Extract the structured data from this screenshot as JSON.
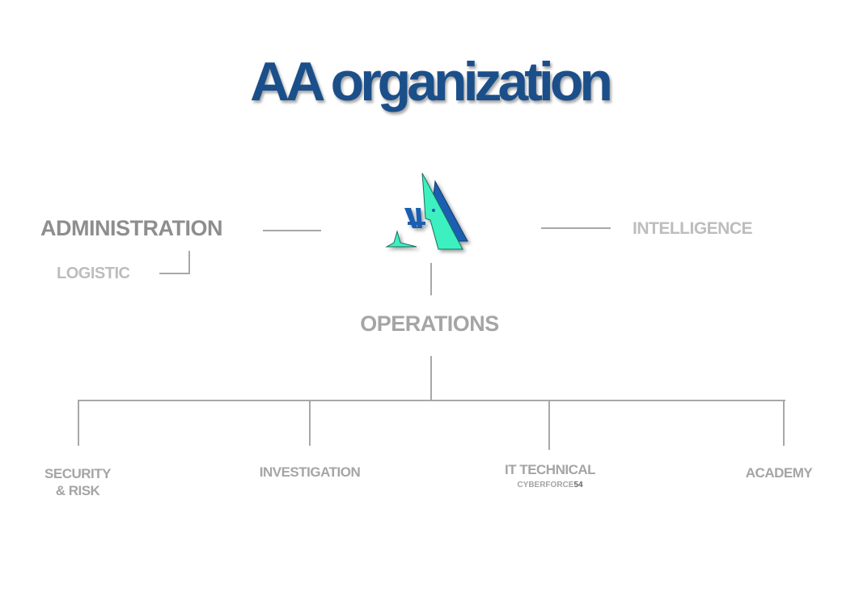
{
  "title": "AA organization",
  "logo": {
    "letters": "AA H",
    "colors": {
      "teal": "#3ef0c0",
      "blue": "#1a5fb0"
    }
  },
  "nodes": {
    "administration": "ADMINISTRATION",
    "logistic": "LOGISTIC",
    "intelligence": "INTELLIGENCE",
    "operations": "OPERATIONS",
    "security_line1": "SECURITY",
    "security_line2": "& RISK",
    "investigation": "INVESTIGATION",
    "it_technical": "IT TECHNICAL",
    "cyberforce_prefix": "CYBERFORCE",
    "cyberforce_suffix": "54",
    "academy": "ACADEMY"
  },
  "colors": {
    "title": "#1b4f8a",
    "text": "#a5a5a5",
    "line": "#a8a8a8"
  }
}
